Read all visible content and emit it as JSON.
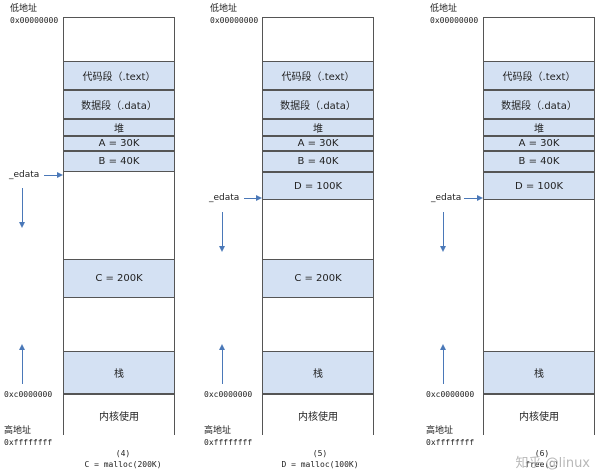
{
  "panels": [
    {
      "low_addr_label": "低地址",
      "low_addr_hex": "0x00000000",
      "edata_label": "_edata",
      "kernel_boundary_hex": "0xc0000000",
      "high_addr_label": "高地址",
      "high_addr_hex": "0xffffffff",
      "caption_num": "(4)",
      "caption_code": "C = malloc(200K)",
      "segments": [
        {
          "label": "代码段（.text）",
          "shade": "blue"
        },
        {
          "label": "数据段（.data）",
          "shade": "blue"
        },
        {
          "label": "堆",
          "shade": "blue"
        },
        {
          "label": "A = 30K",
          "shade": "blue"
        },
        {
          "label": "B = 40K",
          "shade": "blue"
        },
        {
          "label": "C = 200K",
          "shade": "blue"
        },
        {
          "label": "栈",
          "shade": "blue"
        },
        {
          "label": "内核使用",
          "shade": "plain"
        }
      ]
    },
    {
      "low_addr_label": "低地址",
      "low_addr_hex": "0x00000000",
      "edata_label": "_edata",
      "kernel_boundary_hex": "0xc0000000",
      "high_addr_label": "高地址",
      "high_addr_hex": "0xffffffff",
      "caption_num": "(5)",
      "caption_code": "D = malloc(100K)",
      "segments": [
        {
          "label": "代码段（.text）",
          "shade": "blue"
        },
        {
          "label": "数据段（.data）",
          "shade": "blue"
        },
        {
          "label": "堆",
          "shade": "blue"
        },
        {
          "label": "A = 30K",
          "shade": "blue"
        },
        {
          "label": "B = 40K",
          "shade": "blue"
        },
        {
          "label": "D = 100K",
          "shade": "blue"
        },
        {
          "label": "C = 200K",
          "shade": "blue"
        },
        {
          "label": "栈",
          "shade": "blue"
        },
        {
          "label": "内核使用",
          "shade": "plain"
        }
      ]
    },
    {
      "low_addr_label": "低地址",
      "low_addr_hex": "0x00000000",
      "edata_label": "_edata",
      "kernel_boundary_hex": "0xc0000000",
      "high_addr_label": "高地址",
      "high_addr_hex": "0xffffffff",
      "caption_num": "(6)",
      "caption_code": "free(C)",
      "segments": [
        {
          "label": "代码段（.text）",
          "shade": "blue"
        },
        {
          "label": "数据段（.data）",
          "shade": "blue"
        },
        {
          "label": "堆",
          "shade": "blue"
        },
        {
          "label": "A = 30K",
          "shade": "blue"
        },
        {
          "label": "B = 40K",
          "shade": "blue"
        },
        {
          "label": "D = 100K",
          "shade": "blue"
        },
        {
          "label": "栈",
          "shade": "blue"
        },
        {
          "label": "内核使用",
          "shade": "plain"
        }
      ]
    }
  ],
  "watermark": "知乎 @linux",
  "colors": {
    "segment_fill": "#d4e1f3",
    "arrow": "#4a78b8",
    "border": "#555555"
  }
}
